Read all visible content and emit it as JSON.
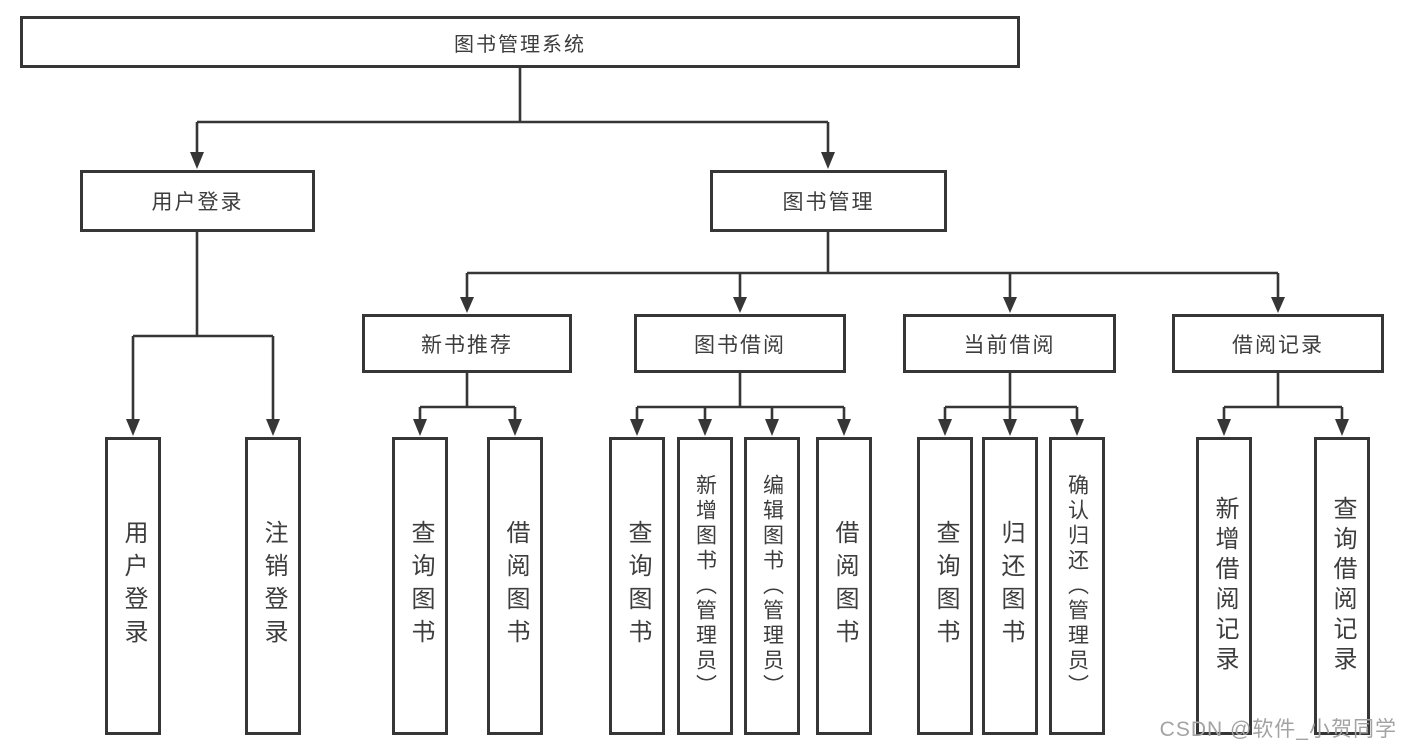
{
  "diagram": {
    "root": {
      "label": "图书管理系统"
    },
    "user_login": {
      "label": "用户登录"
    },
    "book_mgmt": {
      "label": "图书管理"
    },
    "new_book_rec": {
      "label": "新书推荐"
    },
    "book_borrow": {
      "label": "图书借阅"
    },
    "current_borrow": {
      "label": "当前借阅"
    },
    "borrow_records": {
      "label": "借阅记录"
    },
    "leaves": {
      "user_login": "用户登录",
      "logout": "注销登录",
      "rec_query_books": "查询图书",
      "rec_borrow_books": "借阅图书",
      "bb_query_books": "查询图书",
      "bb_add_books": "新增图书（管理员）",
      "bb_edit_books": "编辑图书（管理员）",
      "bb_borrow_books": "借阅图书",
      "cb_query_books": "查询图书",
      "cb_return_books": "归还图书",
      "cb_confirm_return": "确认归还（管理员）",
      "br_add_record": "新增借阅记录",
      "br_query_record": "查询借阅记录"
    }
  },
  "watermark": "CSDN @软件_小贺同学",
  "colors": {
    "line": "#363636",
    "text": "#3d3d3d",
    "watermark": "#a3a3a3",
    "background": "#ffffff"
  }
}
